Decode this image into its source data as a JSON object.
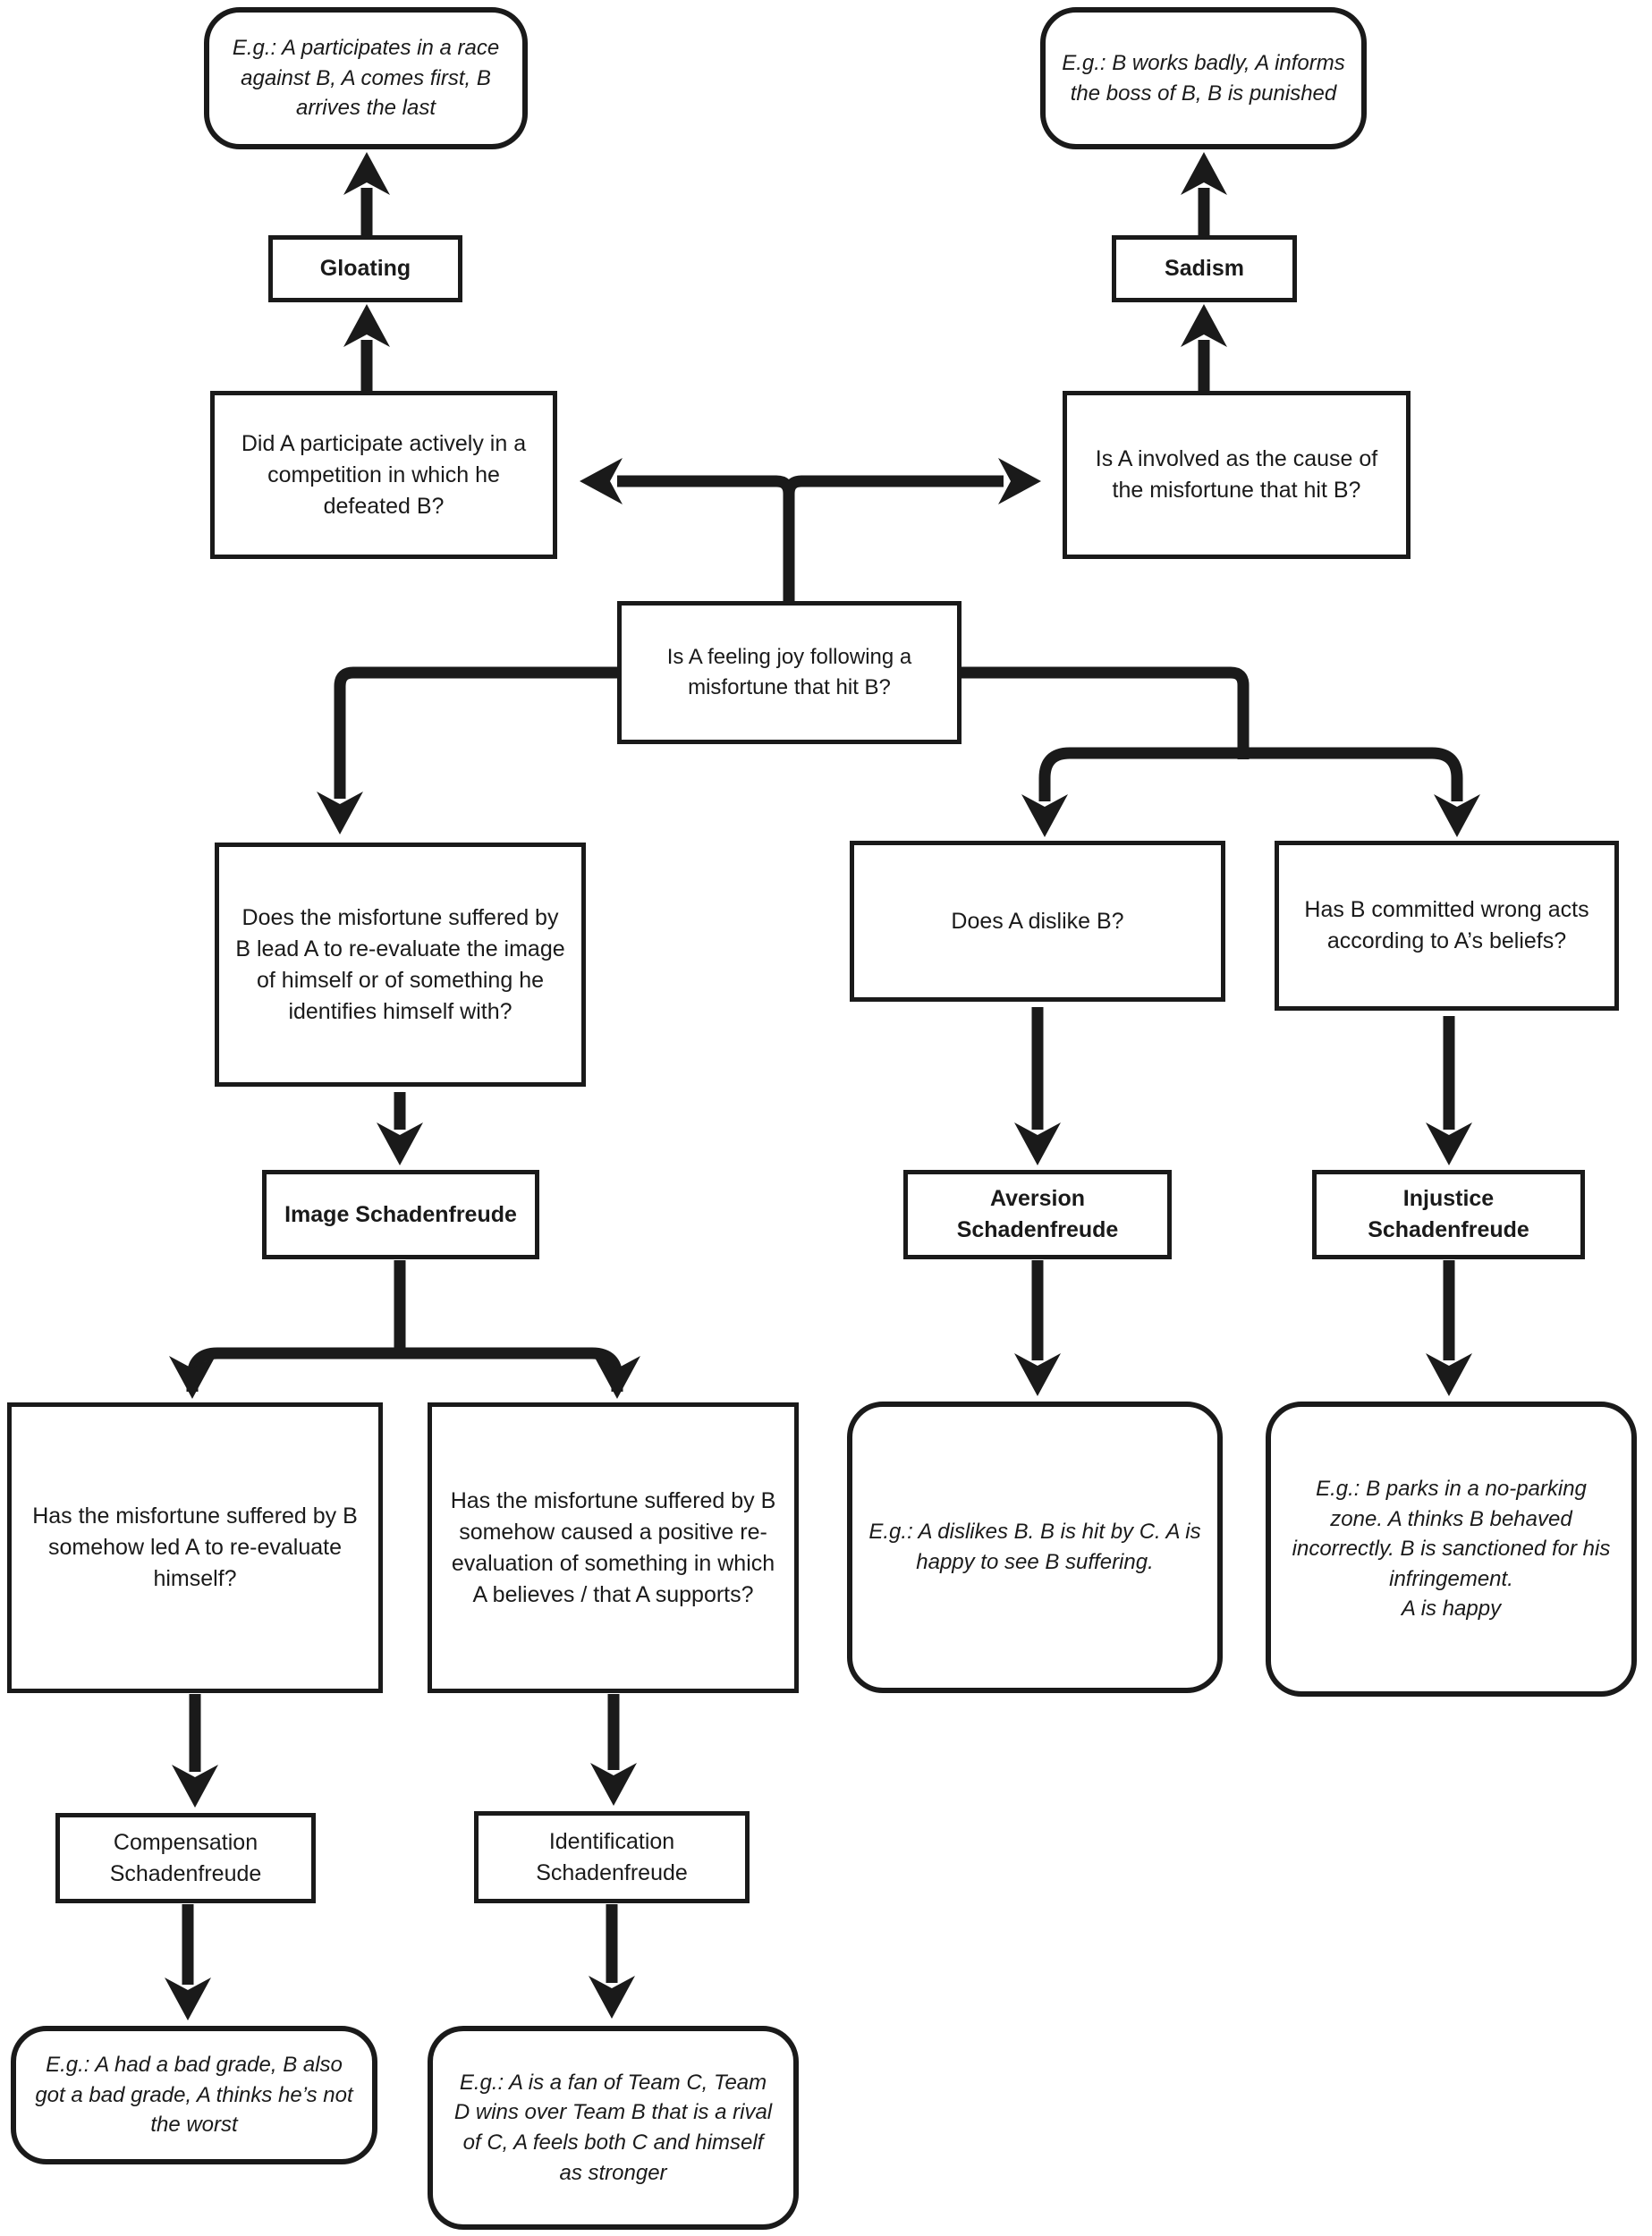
{
  "colors": {
    "ink": "#1a1a1a",
    "background": "#ffffff"
  },
  "nodes": {
    "example_gloating": "E.g.: A participates in a race against B, A comes first, B arrives the last",
    "gloating": "Gloating",
    "q_competition": "Did A participate actively in a competition in which he defeated B?",
    "example_sadism": "E.g.: B works badly, A informs the boss of B, B is punished",
    "sadism": "Sadism",
    "q_cause": "Is A involved as the cause of the misfortune that hit B?",
    "root": "Is A feeling joy following a misfortune that hit B?",
    "q_image": "Does the misfortune suffered by B lead A to re-evaluate the image of himself or of something he identifies himself with?",
    "q_dislike": "Does A dislike B?",
    "q_wrong": "Has B committed wrong acts according to A’s beliefs?",
    "image_sf": "Image Schadenfreude",
    "aversion_sf": "Aversion Schadenfreude",
    "injustice_sf": "Injustice Schadenfreude",
    "q_reevaluate_self": "Has the misfortune suffered by B somehow led A to re-evaluate himself?",
    "q_positive_reeval": "Has the misfortune suffered by B somehow caused a positive re-evaluation of something in which A believes / that A supports?",
    "example_aversion": "E.g.: A dislikes B. B is hit by C. A is happy to see B suffering.",
    "example_injustice": "E.g.: B parks in a no-parking zone. A thinks B behaved incorrectly. B is sanctioned for his infringement.\nA is happy",
    "compensation_sf": "Compensation Schadenfreude",
    "identification_sf": "Identification Schadenfreude",
    "example_compensation": "E.g.: A had a bad grade, B also got a bad grade, A thinks he’s not the worst",
    "example_identification": "E.g.: A is a fan of Team C, Team D wins over Team B that is a rival of C, A feels both C and himself as stronger"
  }
}
